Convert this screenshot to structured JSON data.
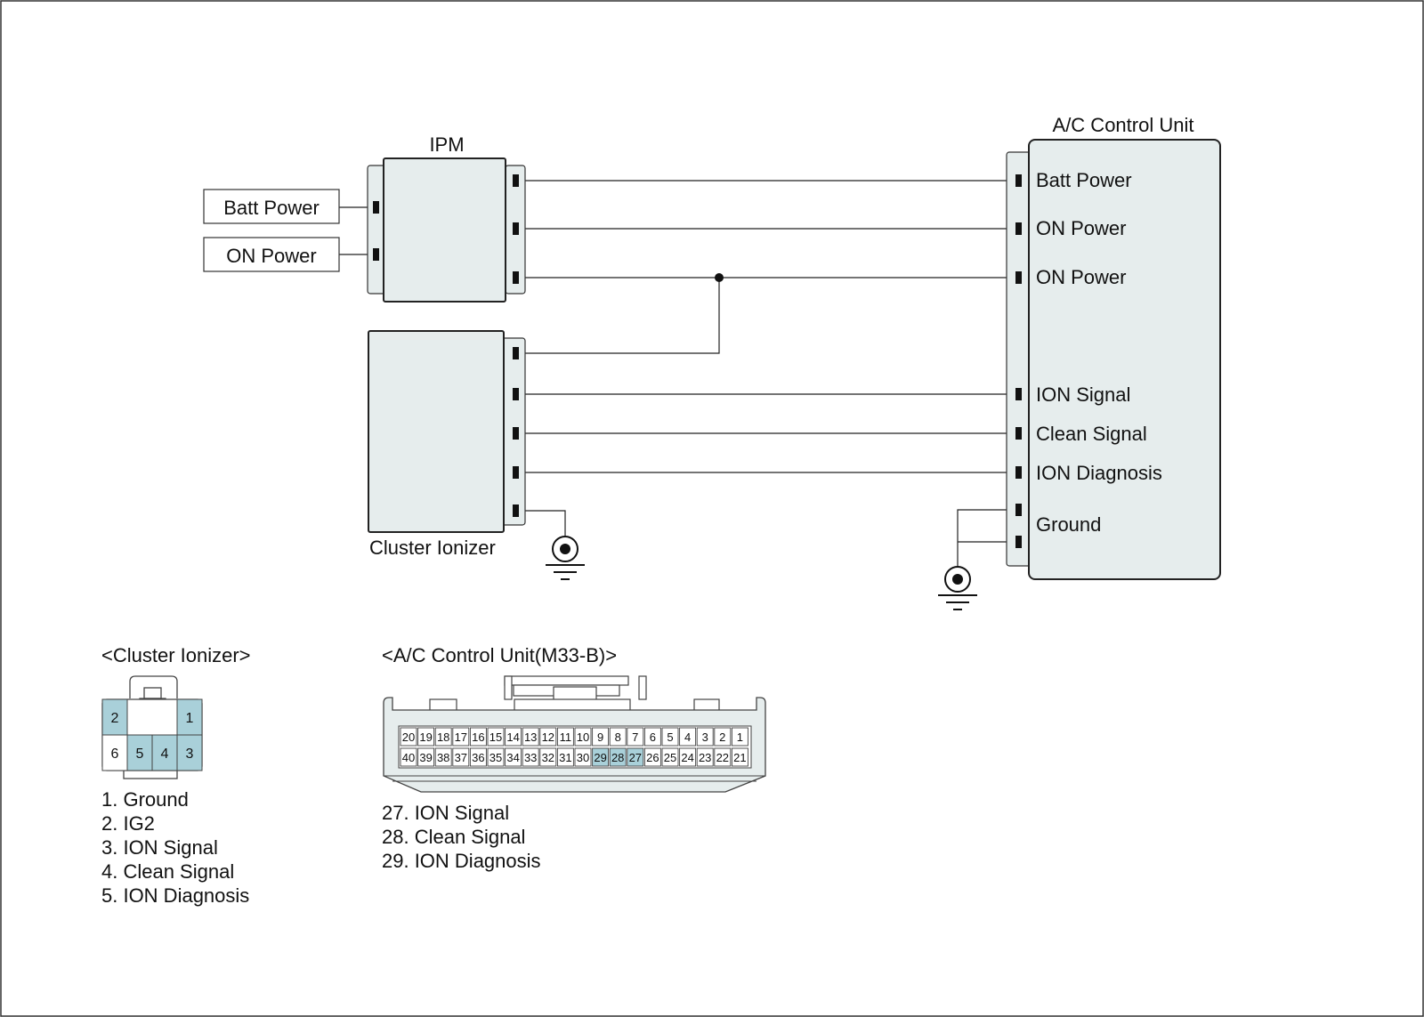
{
  "colors": {
    "box_fill": "#e6eded",
    "pin_highlight": "#a9d0d9",
    "line": "#222222",
    "background": "#ffffff"
  },
  "ipm": {
    "title": "IPM"
  },
  "inputs": {
    "batt_power": "Batt Power",
    "on_power": "ON Power"
  },
  "cluster": {
    "title": "Cluster Ionizer"
  },
  "ac_unit": {
    "title": "A/C Control Unit",
    "pins": [
      "Batt Power",
      "ON Power",
      "ON Power",
      "ION Signal",
      "Clean Signal",
      "ION Diagnosis",
      "Ground"
    ]
  },
  "legend_cluster": {
    "title": "<Cluster Ionizer>",
    "top_pins": [
      "2",
      "1"
    ],
    "bottom_pins": [
      "6",
      "5",
      "4",
      "3"
    ],
    "items": [
      "1. Ground",
      "2. IG2",
      "3. ION Signal",
      "4. Clean Signal",
      "5. ION Diagnosis"
    ]
  },
  "legend_ac": {
    "title": "<A/C Control Unit(M33-B)>",
    "row1": [
      "20",
      "19",
      "18",
      "17",
      "16",
      "15",
      "14",
      "13",
      "12",
      "11",
      "10",
      "9",
      "8",
      "7",
      "6",
      "5",
      "4",
      "3",
      "2",
      "1"
    ],
    "row2": [
      "40",
      "39",
      "38",
      "37",
      "36",
      "35",
      "34",
      "33",
      "32",
      "31",
      "30",
      "29",
      "28",
      "27",
      "26",
      "25",
      "24",
      "23",
      "22",
      "21"
    ],
    "highlighted": [
      "27",
      "28",
      "29"
    ],
    "items": [
      "27. ION Signal",
      "28. Clean Signal",
      "29. ION Diagnosis"
    ]
  }
}
